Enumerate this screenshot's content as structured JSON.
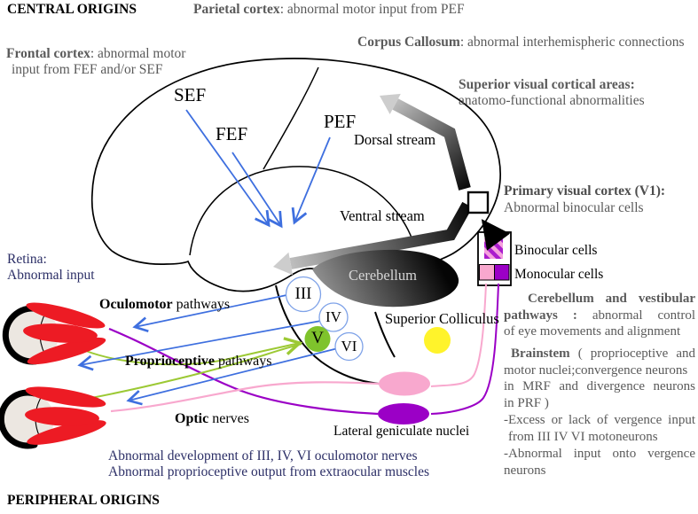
{
  "title_labels": {
    "central_origins": "CENTRAL ORIGINS",
    "peripheral_origins": "PERIPHERAL ORIGINS"
  },
  "annotations": {
    "parietal_bold": "Parietal cortex",
    "parietal_rest": ": abnormal motor input from PEF",
    "frontal_bold": "Frontal cortex",
    "frontal_rest": ": abnormal motor",
    "frontal_line2": "input from FEF and/or SEF",
    "corpus_bold": "Corpus Callosum",
    "corpus_rest": ": abnormal interhemispheric connections",
    "superior_visual_bold": "Superior visual cortical areas:",
    "superior_visual_line2": "anatomo-functional abnormalities",
    "retina_line1": "Retina:",
    "retina_line2": "Abnormal input",
    "v1_bold": "Primary visual cortex (V1):",
    "v1_line2": "Abnormal binocular cells",
    "cerebellum_vestibular_l1": "Cerebellum and vestibular",
    "cv_l2_bold": "pathways :",
    "cv_l2_rest": " abnormal control",
    "cv_l3": "of eye movements and alignment",
    "brainstem_bold": "Brainstem",
    "brainstem_l1_rest": " ( proprioceptive and",
    "brainstem_l2": "motor nuclei;convergence neurons",
    "brainstem_l3": "in MRF and divergence neurons",
    "brainstem_l4": "in PRF )",
    "excess_l1": "-Excess or lack of vergence input",
    "excess_l2": "from III IV VI motoneurons",
    "abnormal_l1": "-Abnormal input onto vergence",
    "abnormal_l2": "neurons",
    "bottom_line1": "Abnormal development of III, IV, VI oculomotor nerves",
    "bottom_line2": "Abnormal proprioceptive output from extraocular muscles"
  },
  "brain_labels": {
    "sef": "SEF",
    "fef": "FEF",
    "pef": "PEF",
    "dorsal_stream": "Dorsal stream",
    "ventral_stream": "Ventral stream",
    "cerebellum": "Cerebellum",
    "superior_colliculus": "Superior Colliculus",
    "lateral_geniculate": "Lateral geniculate nuclei"
  },
  "pathway_labels": {
    "oculomotor_bold": "Oculomotor",
    "oculomotor_rest": " pathways",
    "proprioceptive_bold": "Proprioceptive",
    "proprioceptive_rest": " pathways",
    "optic_bold": "Optic",
    "optic_rest": " nerves"
  },
  "legend": {
    "binocular": "Binocular cells",
    "monocular": "Monocular cells"
  },
  "cranial_nerves": {
    "iii": "III",
    "iv": "IV",
    "v": "V",
    "vi": "VI"
  },
  "colors": {
    "gray_text": "#5a5a5a",
    "navy_text": "#2b2e66",
    "blue_arrow": "#3e6fdf",
    "circle_stroke": "#7ea2e8",
    "green_line": "#9cc934",
    "v_circle_fill": "#7fc32c",
    "pink": "#f8a8ce",
    "purple": "#9b00c6",
    "yellow": "#fff32b",
    "red": "#ed1b24"
  }
}
